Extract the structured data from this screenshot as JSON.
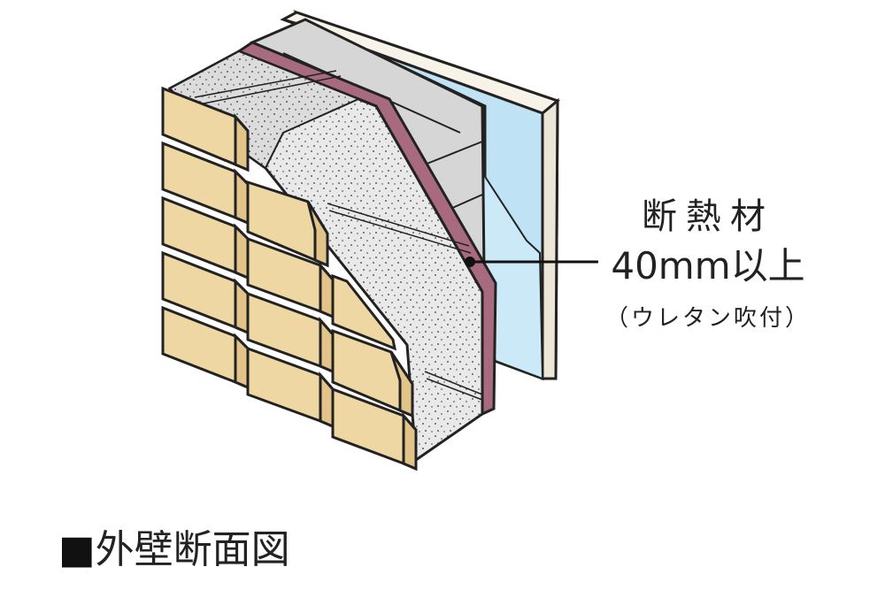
{
  "callout": {
    "name": "断熱材",
    "thickness": "40mm以上",
    "method": "（ウレタン吹付）"
  },
  "caption": {
    "marker": "■",
    "title": "外壁断面図"
  },
  "colors": {
    "brick": "#efd7a3",
    "concrete": "#d6d6d6",
    "concrete_cut": "#e9e9e9",
    "membrane": "#a86a7e",
    "insulation": "#bfe3f4",
    "board": "#f7f3e8",
    "outline": "#222222"
  }
}
